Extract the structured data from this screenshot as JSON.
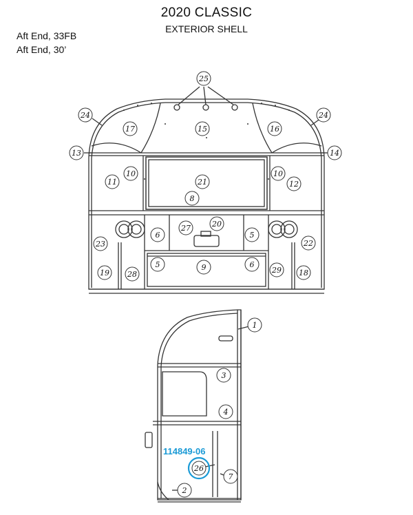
{
  "header": {
    "title": "2020 CLASSIC",
    "subtitle": "EXTERIOR SHELL",
    "notes": [
      "Aft End, 33FB",
      "Aft End, 30’"
    ]
  },
  "colors": {
    "line": "#333333",
    "highlight": "#1a9ad6"
  },
  "aft_view": {
    "callouts": [
      "25",
      "24",
      "24",
      "17",
      "15",
      "16",
      "13",
      "14",
      "10",
      "10",
      "11",
      "21",
      "12",
      "8",
      "27",
      "20",
      "23",
      "6",
      "5",
      "22",
      "5",
      "6",
      "9",
      "19",
      "28",
      "29",
      "18"
    ]
  },
  "side_view": {
    "callouts": [
      "1",
      "3",
      "4",
      "26",
      "7",
      "2"
    ],
    "highlight_label": "114849-06",
    "highlight_callout": "26"
  }
}
